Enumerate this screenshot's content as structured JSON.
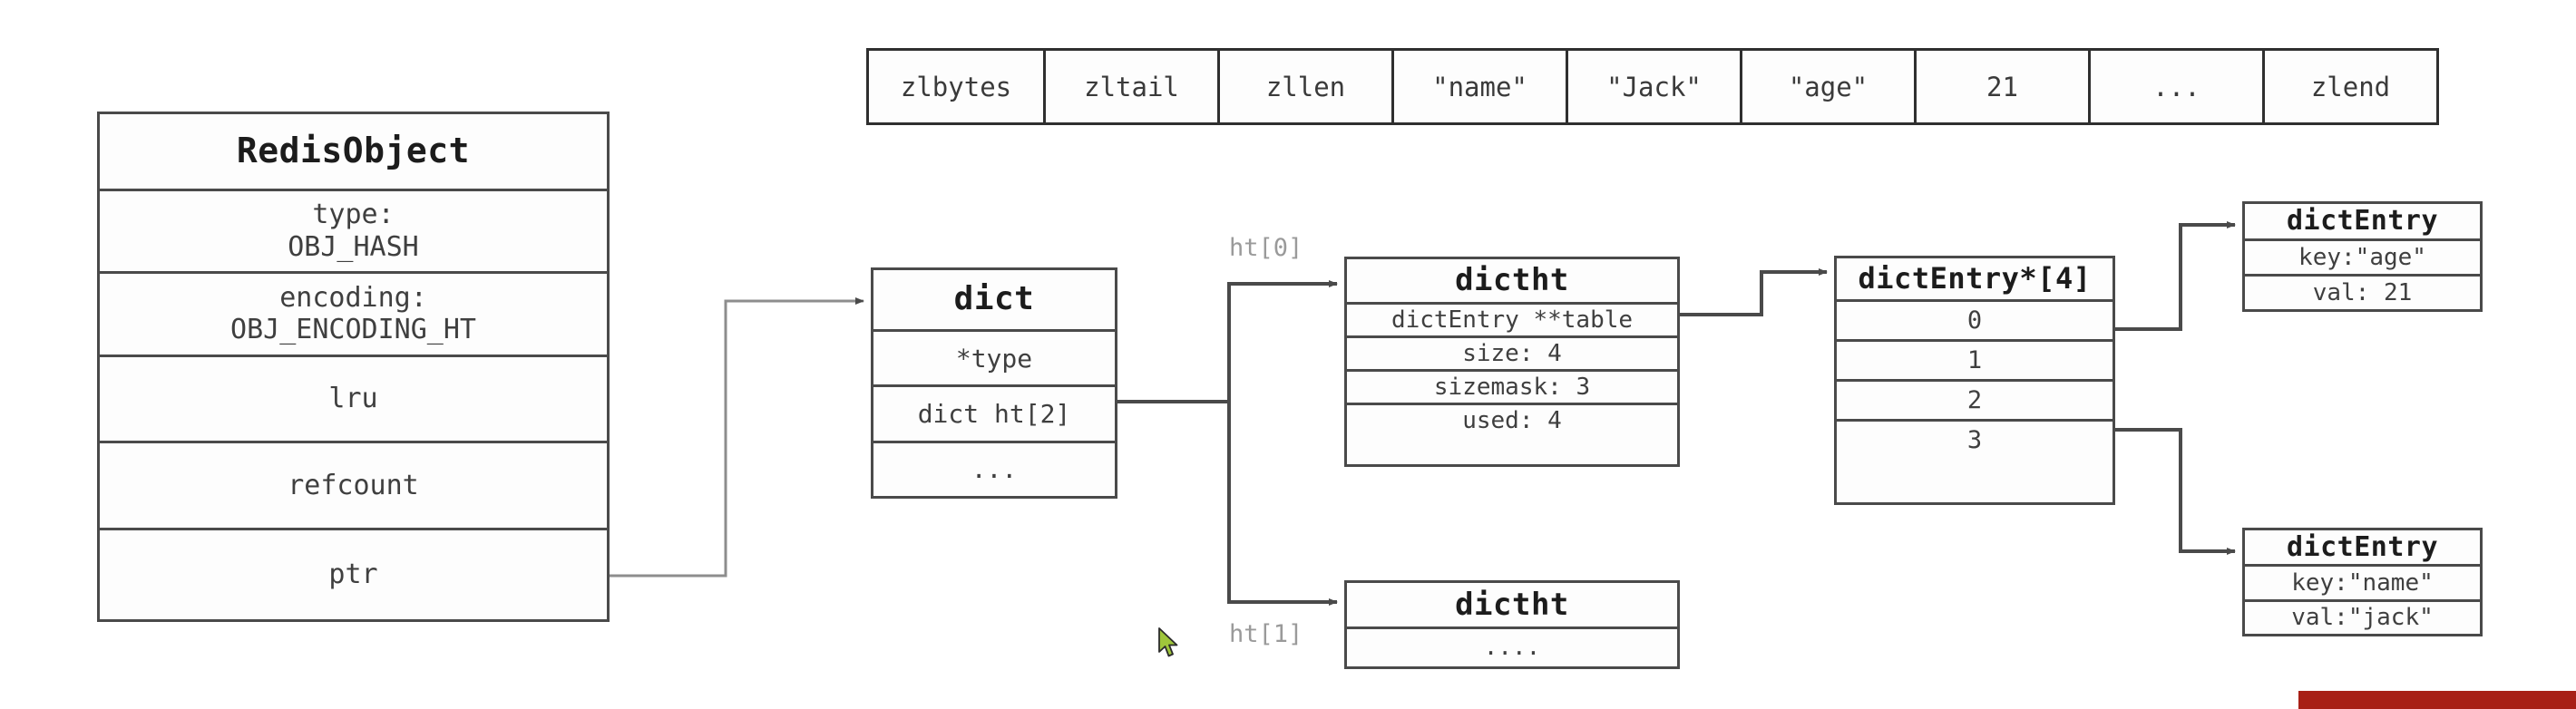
{
  "diagram": {
    "title": "Redis hash object internal structure",
    "colors": {
      "box_border": "#4a4a4a",
      "box_fill": "#fdfdfd",
      "text": "#3a3a3a",
      "label_gray": "#9a9a9a",
      "banner_red": "#a81f16",
      "cursor_green": "#9fc63b"
    }
  },
  "redisobject": {
    "title": "RedisObject",
    "rows": [
      {
        "label": "type:\nOBJ_HASH"
      },
      {
        "label": "encoding:\nOBJ_ENCODING_HT"
      },
      {
        "label": "lru"
      },
      {
        "label": "refcount"
      },
      {
        "label": "ptr"
      }
    ]
  },
  "ziplist": {
    "cells": [
      "zlbytes",
      "zltail",
      "zllen",
      "\"name\"",
      "\"Jack\"",
      "\"age\"",
      "21",
      "...",
      "zlend"
    ]
  },
  "dict": {
    "title": "dict",
    "rows": [
      {
        "label": "*type"
      },
      {
        "label": "dict ht[2]"
      },
      {
        "label": "..."
      }
    ]
  },
  "dictht0": {
    "title": "dictht",
    "rows": [
      {
        "label": "dictEntry **table"
      },
      {
        "label": "size: 4"
      },
      {
        "label": "sizemask: 3"
      },
      {
        "label": "used: 4"
      }
    ]
  },
  "dictht1": {
    "title": "dictht",
    "rows": [
      {
        "label": "...."
      }
    ]
  },
  "dictentry_table": {
    "title": "dictEntry*[4]",
    "rows": [
      {
        "label": "0"
      },
      {
        "label": "1"
      },
      {
        "label": "2"
      },
      {
        "label": "3"
      }
    ]
  },
  "dictentry_age": {
    "title": "dictEntry",
    "rows": [
      {
        "label": "key:\"age\""
      },
      {
        "label": "val: 21"
      }
    ]
  },
  "dictentry_name": {
    "title": "dictEntry",
    "rows": [
      {
        "label": "key:\"name\""
      },
      {
        "label": "val:\"jack\""
      }
    ]
  },
  "connector_labels": {
    "ht0": "ht[0]",
    "ht1": "ht[1]"
  },
  "banner": {
    "text": ""
  },
  "cursor": {
    "icon": "arrow-pointer-icon"
  }
}
